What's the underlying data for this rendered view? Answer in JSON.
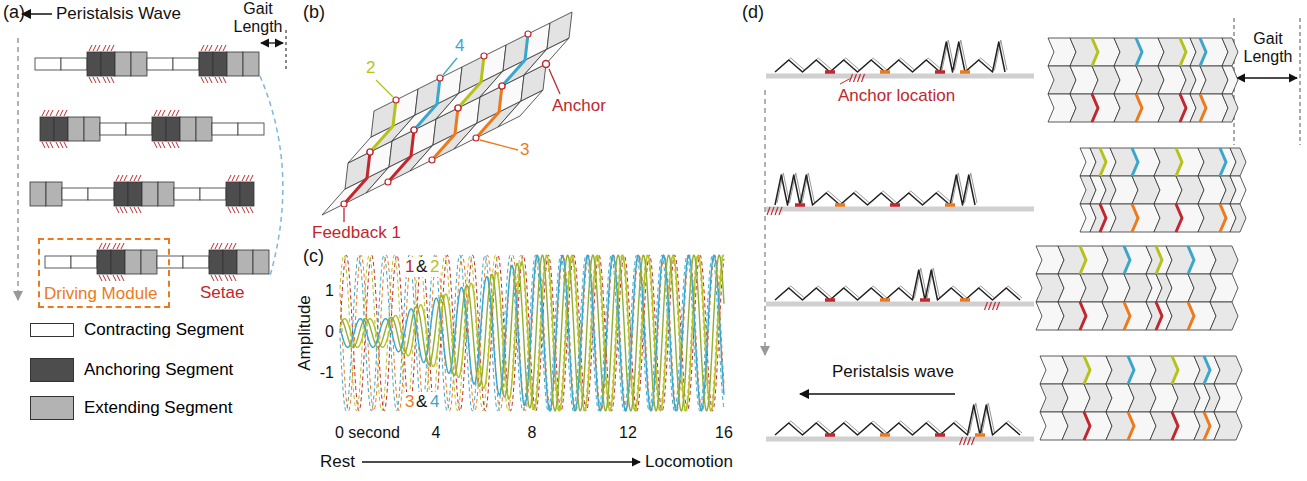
{
  "diagram": {
    "nodes": [
      {
        "text": [
          "Driving Module"
        ]
      }
    ],
    "labels": [
      "(a)",
      "Peristalsis Wave",
      "Gait Length",
      "Setae",
      "(b)",
      "2",
      "4",
      "Anchor",
      "Feedback 1",
      "3",
      "(c)",
      "1",
      "&",
      "2",
      "3",
      "&",
      "4",
      "Amplitude",
      "1",
      "0",
      "-1",
      "0 second",
      "4",
      "8",
      "12",
      "16",
      "Rest",
      "Locomotion",
      "(d)",
      "Anchor location",
      "Gait Length",
      "Peristalsis wave"
    ],
    "legend": [
      {
        "text": "Contracting Segment",
        "color": "#ffffff"
      },
      {
        "text": "Anchoring Segment",
        "color": "#4d4d4d"
      },
      {
        "text": "Extending Segment",
        "color": "#b3b3b3"
      }
    ]
  }
}
